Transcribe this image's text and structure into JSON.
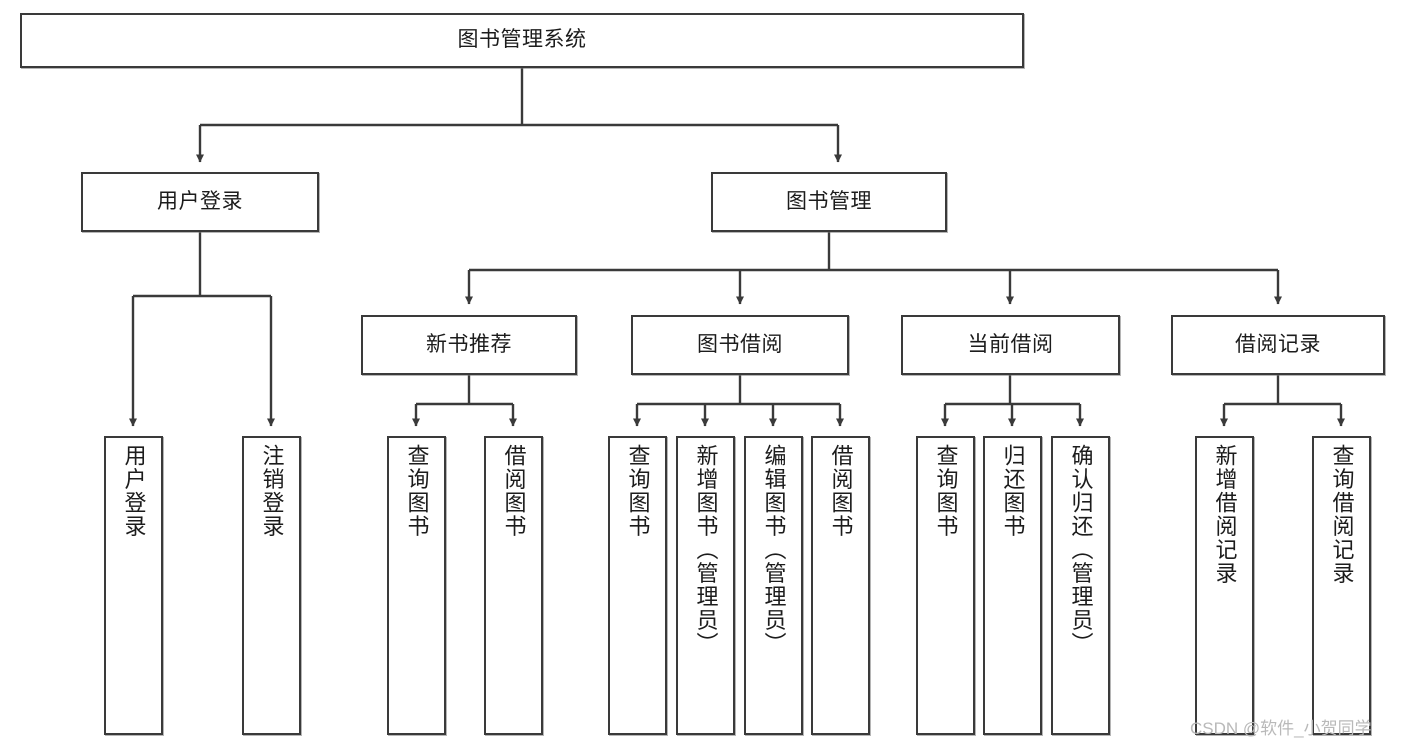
{
  "diagram": {
    "type": "tree-hierarchy",
    "title": "图书管理系统",
    "orientation": "top-down",
    "watermark": "CSDN @软件_小贺同学",
    "colors": {
      "node_border": "#3a3a3a",
      "node_fill": "#ffffff",
      "connector": "#3a3a3a",
      "text": "#1c1c1c",
      "watermark": "#b9b9b9"
    },
    "nodes": {
      "root": {
        "label": "图书管理系统",
        "level": 0
      },
      "level1": [
        {
          "id": "user-login",
          "label": "用户登录"
        },
        {
          "id": "book-manage",
          "label": "图书管理"
        }
      ],
      "level2": [
        {
          "id": "new-book-recommend",
          "label": "新书推荐",
          "parent": "book-manage"
        },
        {
          "id": "book-borrow",
          "label": "图书借阅",
          "parent": "book-manage"
        },
        {
          "id": "current-borrow",
          "label": "当前借阅",
          "parent": "book-manage"
        },
        {
          "id": "borrow-record",
          "label": "借阅记录",
          "parent": "book-manage"
        }
      ],
      "leaves": [
        {
          "id": "leaf-user-login",
          "label": "用户登录",
          "parent": "user-login"
        },
        {
          "id": "leaf-logout-login",
          "label": "注销登录",
          "parent": "user-login"
        },
        {
          "id": "leaf-query-book-1",
          "label": "查询图书",
          "parent": "new-book-recommend"
        },
        {
          "id": "leaf-borrow-book-1",
          "label": "借阅图书",
          "parent": "new-book-recommend"
        },
        {
          "id": "leaf-query-book-2",
          "label": "查询图书",
          "parent": "book-borrow"
        },
        {
          "id": "leaf-add-book",
          "label": "新增图书（管理员）",
          "parent": "book-borrow"
        },
        {
          "id": "leaf-edit-book",
          "label": "编辑图书（管理员）",
          "parent": "book-borrow"
        },
        {
          "id": "leaf-borrow-book-2",
          "label": "借阅图书",
          "parent": "book-borrow"
        },
        {
          "id": "leaf-query-book-3",
          "label": "查询图书",
          "parent": "current-borrow"
        },
        {
          "id": "leaf-return-book",
          "label": "归还图书",
          "parent": "current-borrow"
        },
        {
          "id": "leaf-confirm-return",
          "label": "确认归还（管理员）",
          "parent": "current-borrow"
        },
        {
          "id": "leaf-add-record",
          "label": "新增借阅记录",
          "parent": "borrow-record"
        },
        {
          "id": "leaf-query-record",
          "label": "查询借阅记录",
          "parent": "borrow-record"
        }
      ]
    }
  }
}
